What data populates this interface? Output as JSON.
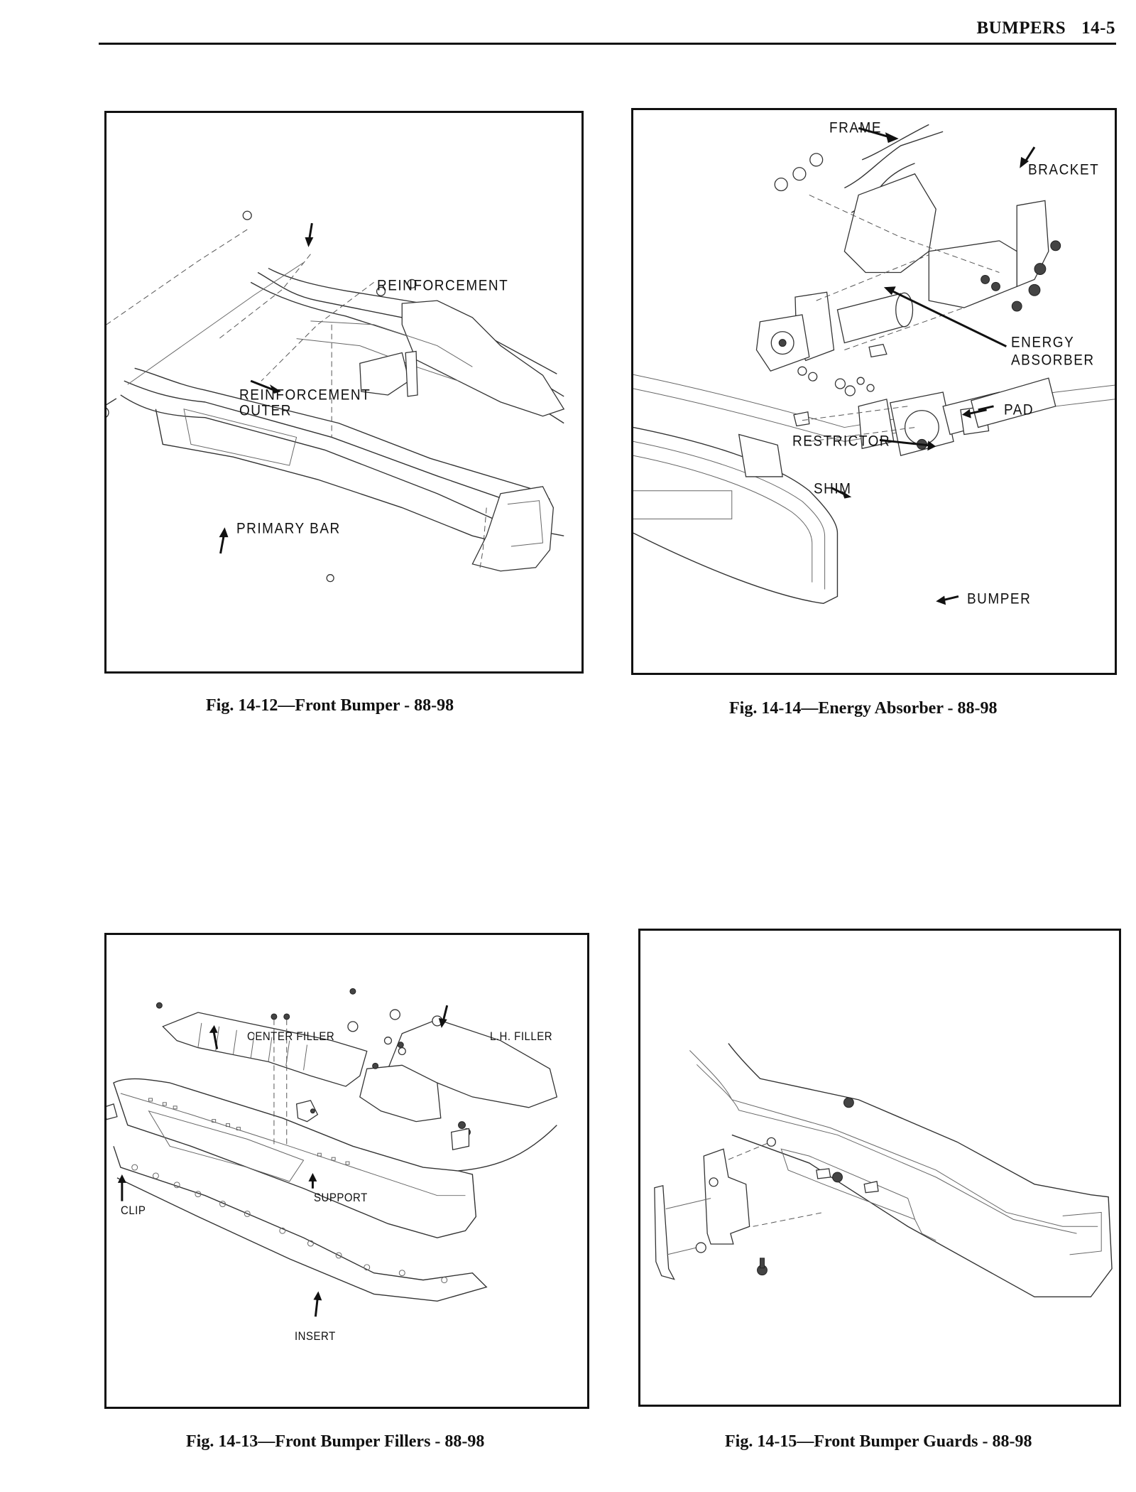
{
  "header": {
    "section": "BUMPERS",
    "page": "14-5"
  },
  "figures": [
    {
      "id": "fig-14-12",
      "caption": "Fig. 14-12—Front Bumper - 88-98",
      "labels": {
        "reinforcement": "REINFORCEMENT",
        "reinforcement_outer_1": "REINFORCEMENT",
        "reinforcement_outer_2": "OUTER",
        "primary_bar": "PRIMARY BAR"
      }
    },
    {
      "id": "fig-14-14",
      "caption": "Fig. 14-14—Energy Absorber - 88-98",
      "labels": {
        "frame": "FRAME",
        "bracket": "BRACKET",
        "energy_absorber_1": "ENERGY",
        "energy_absorber_2": "ABSORBER",
        "pad": "PAD",
        "restrictor": "RESTRICTOR",
        "shim": "SHIM",
        "bumper": "BUMPER"
      }
    },
    {
      "id": "fig-14-13",
      "caption": "Fig. 14-13—Front Bumper Fillers - 88-98",
      "labels": {
        "center_filler": "CENTER FILLER",
        "lh_filler": "L.H. FILLER",
        "support": "SUPPORT",
        "clip": "CLIP",
        "insert": "INSERT"
      }
    },
    {
      "id": "fig-14-15",
      "caption": "Fig. 14-15—Front Bumper Guards - 88-98",
      "labels": {}
    }
  ]
}
